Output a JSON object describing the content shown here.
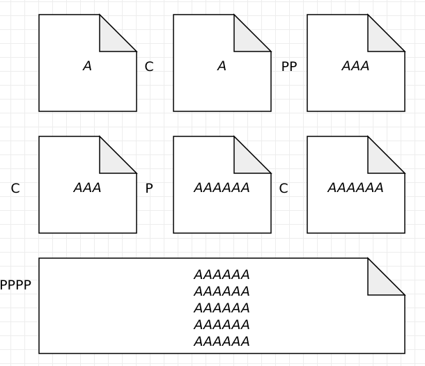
{
  "colors": {
    "stroke": "#000000",
    "fill": "#ffffff",
    "fold": "#eeeeee",
    "grid": "#ededed"
  },
  "documents": {
    "doc1": "A",
    "doc2": "A",
    "doc3": "AAA",
    "doc4": "AAA",
    "doc5": "AAAAAA",
    "doc6": "AAAAAA",
    "doc7": [
      "AAAAAA",
      "AAAAAA",
      "AAAAAA",
      "AAAAAA",
      "AAAAAA"
    ]
  },
  "labels": {
    "c1": "C",
    "pp": "PP",
    "c2": "C",
    "p": "P",
    "c3": "C",
    "pppp": "PPPP"
  }
}
